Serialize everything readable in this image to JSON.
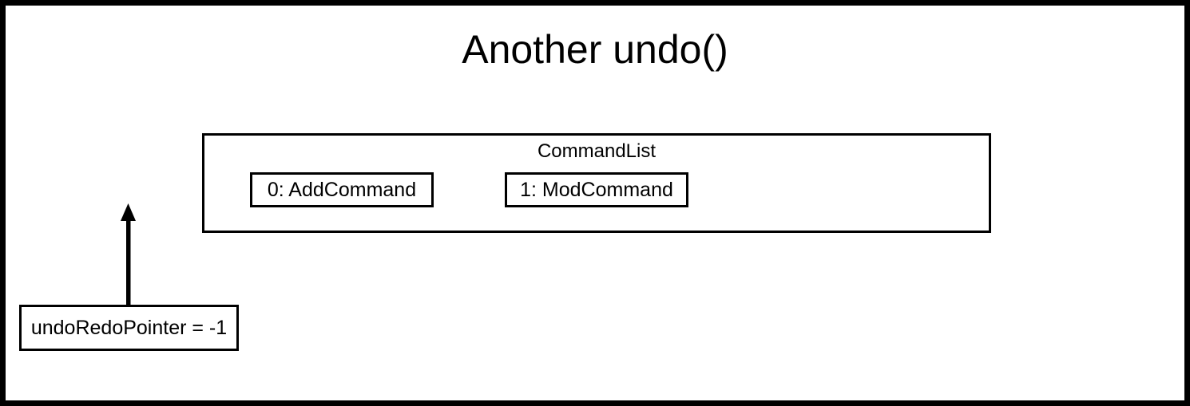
{
  "slide": {
    "title": "Another undo()",
    "border_color": "#000000",
    "background_color": "#ffffff"
  },
  "command_list": {
    "label": "CommandList",
    "slots": [
      {
        "label": "0: AddCommand"
      },
      {
        "label": "1: ModCommand"
      }
    ]
  },
  "pointer": {
    "label": "undoRedoPointer = -1",
    "arrow_direction": "up"
  }
}
